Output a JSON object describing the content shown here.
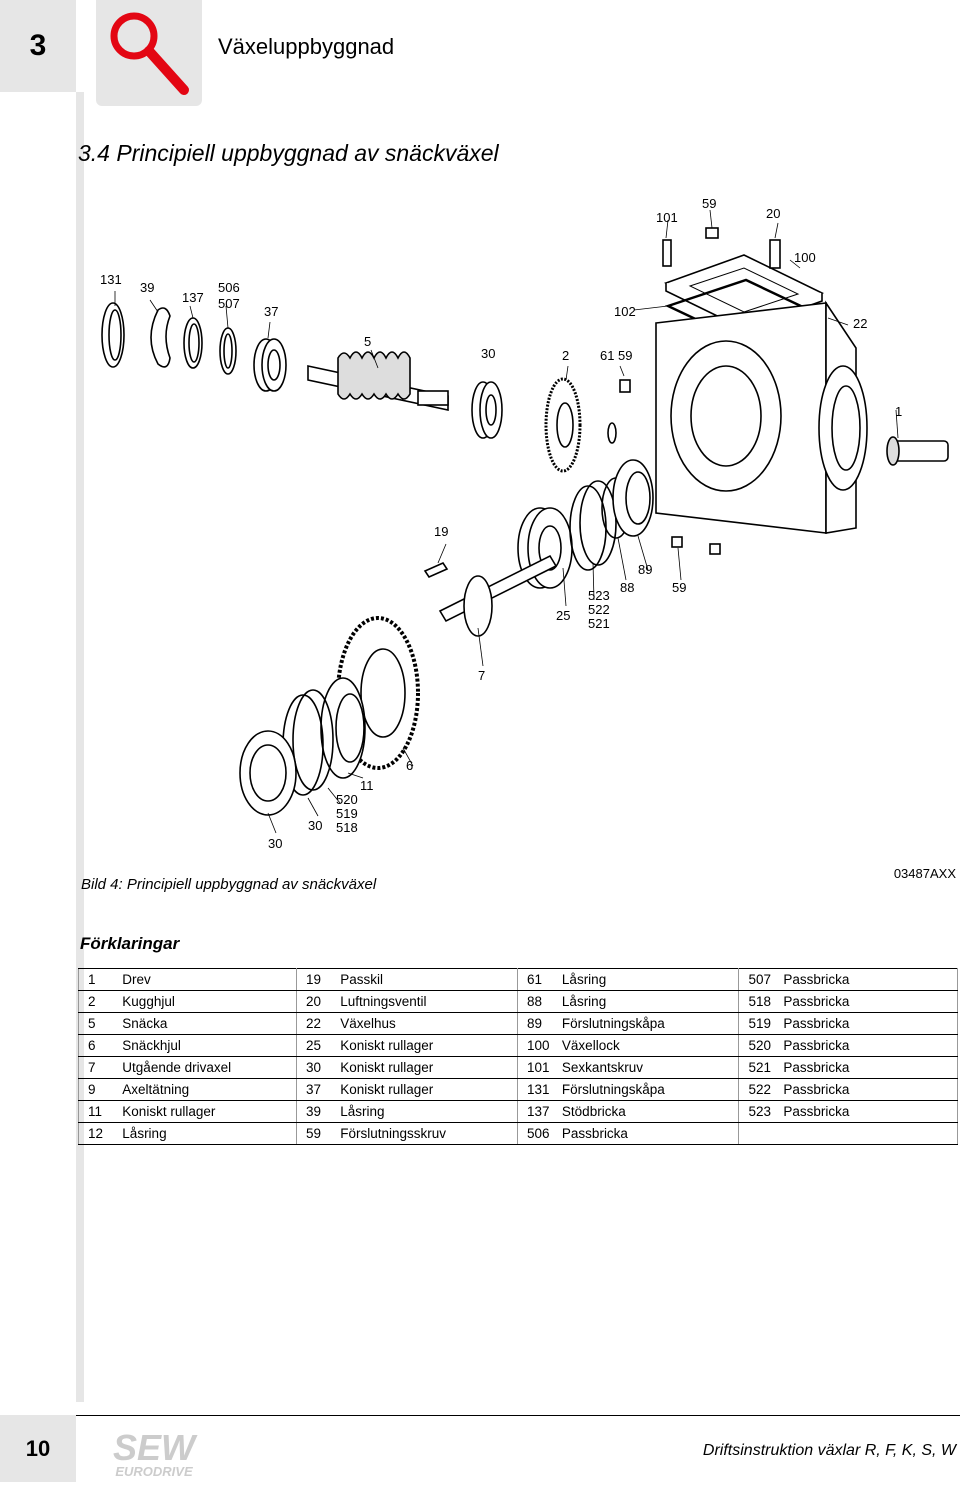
{
  "header": {
    "chapter_number": "3",
    "chapter_title": "Växeluppbyggnad",
    "icon": "magnifier-icon"
  },
  "section": {
    "title": "3.4   Principiell uppbyggnad av snäckväxel"
  },
  "figure": {
    "caption": "Bild 4: Principiell uppbyggnad av snäckväxel",
    "code": "03487AXX",
    "callouts": [
      "131",
      "39",
      "137",
      "506",
      "507",
      "37",
      "5",
      "30",
      "2",
      "61",
      "59",
      "102",
      "101",
      "59",
      "20",
      "100",
      "22",
      "1",
      "19",
      "89",
      "88",
      "59",
      "523",
      "522",
      "521",
      "25",
      "7",
      "6",
      "11",
      "520",
      "519",
      "518",
      "30",
      "30"
    ]
  },
  "legend": {
    "heading": "Förklaringar",
    "rows": [
      [
        {
          "n": "1",
          "t": "Drev"
        },
        {
          "n": "19",
          "t": "Passkil"
        },
        {
          "n": "61",
          "t": "Låsring"
        },
        {
          "n": "507",
          "t": "Passbricka"
        }
      ],
      [
        {
          "n": "2",
          "t": "Kugghjul"
        },
        {
          "n": "20",
          "t": "Luftningsventil"
        },
        {
          "n": "88",
          "t": "Låsring"
        },
        {
          "n": "518",
          "t": "Passbricka"
        }
      ],
      [
        {
          "n": "5",
          "t": "Snäcka"
        },
        {
          "n": "22",
          "t": "Växelhus"
        },
        {
          "n": "89",
          "t": "Förslutningskåpa"
        },
        {
          "n": "519",
          "t": "Passbricka"
        }
      ],
      [
        {
          "n": "6",
          "t": "Snäckhjul"
        },
        {
          "n": "25",
          "t": "Koniskt rullager"
        },
        {
          "n": "100",
          "t": "Växellock"
        },
        {
          "n": "520",
          "t": "Passbricka"
        }
      ],
      [
        {
          "n": "7",
          "t": "Utgående drivaxel"
        },
        {
          "n": "30",
          "t": "Koniskt rullager"
        },
        {
          "n": "101",
          "t": "Sexkantskruv"
        },
        {
          "n": "521",
          "t": "Passbricka"
        }
      ],
      [
        {
          "n": "9",
          "t": "Axeltätning"
        },
        {
          "n": "37",
          "t": "Koniskt rullager"
        },
        {
          "n": "131",
          "t": "Förslutningskåpa"
        },
        {
          "n": "522",
          "t": "Passbricka"
        }
      ],
      [
        {
          "n": "11",
          "t": "Koniskt rullager"
        },
        {
          "n": "39",
          "t": "Låsring"
        },
        {
          "n": "137",
          "t": "Stödbricka"
        },
        {
          "n": "523",
          "t": "Passbricka"
        }
      ],
      [
        {
          "n": "12",
          "t": "Låsring"
        },
        {
          "n": "59",
          "t": "Förslutningsskruv"
        },
        {
          "n": "506",
          "t": "Passbricka"
        },
        {
          "n": "",
          "t": ""
        }
      ]
    ]
  },
  "footer": {
    "page_number": "10",
    "logo_top": "SEW",
    "logo_bottom": "EURODRIVE",
    "document_title": "Driftsinstruktion växlar R, F, K, S, W"
  }
}
